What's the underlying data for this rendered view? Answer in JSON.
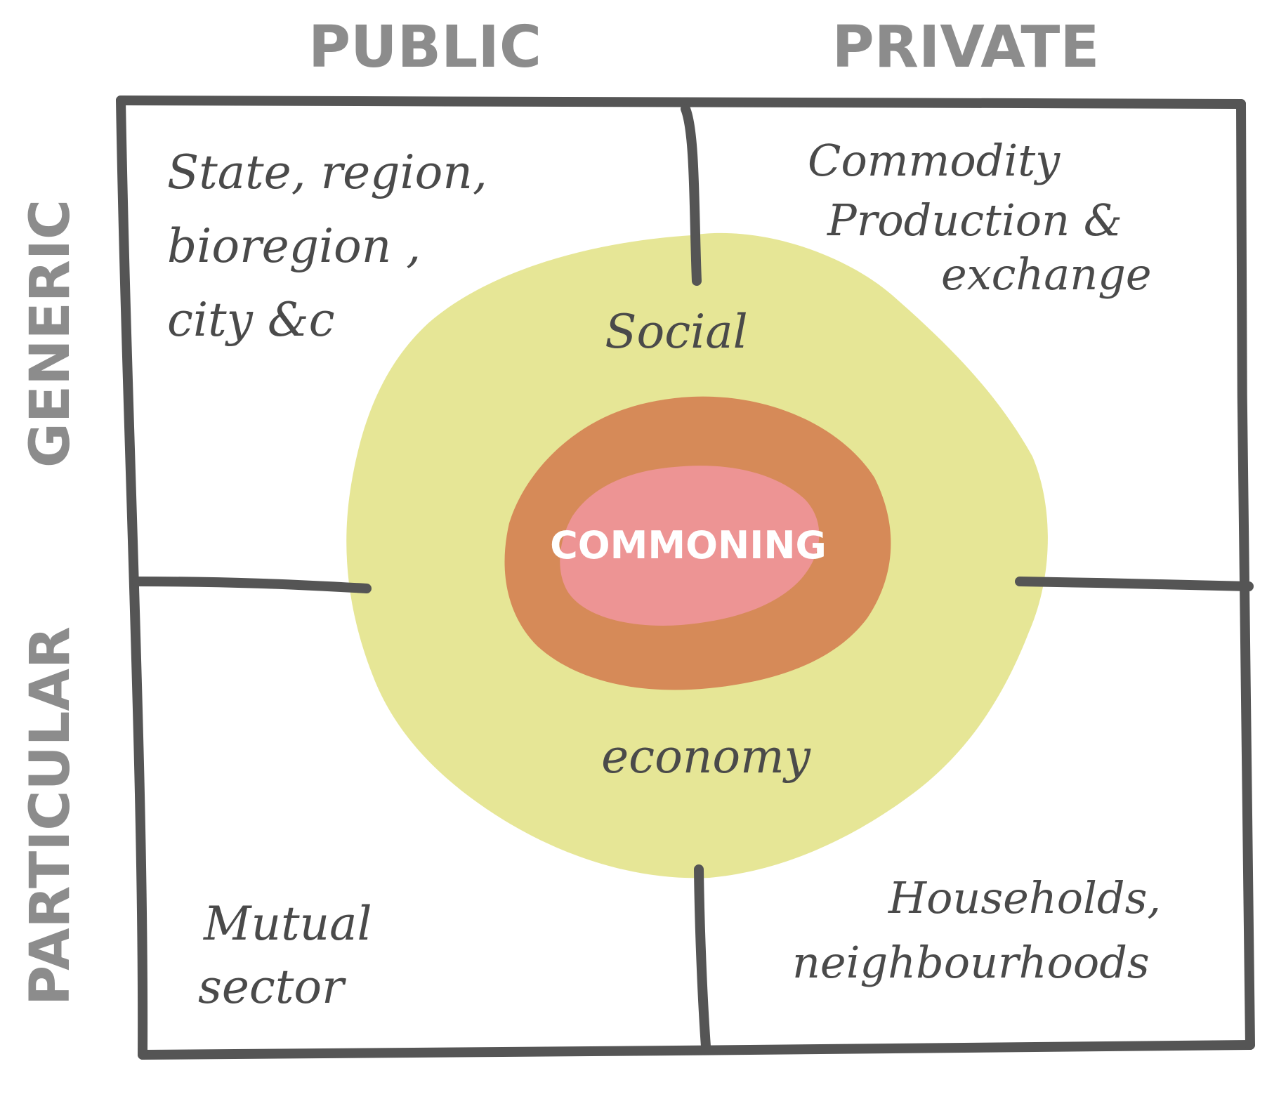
{
  "columns": {
    "left": "PUBLIC",
    "right": "PRIVATE"
  },
  "rows": {
    "top": "GENERIC",
    "bottom": "PARTICULAR"
  },
  "quadrants": {
    "top_left": [
      "State, region,",
      "bioregion ,",
      "city &c"
    ],
    "top_right": [
      "Commodity",
      "Production &",
      "exchange"
    ],
    "bottom_left": [
      "Mutual",
      "sector"
    ],
    "bottom_right": [
      "Households,",
      "neighbourhoods"
    ]
  },
  "rings": {
    "outer_top": "Social",
    "outer_bottom": "economy",
    "core": "COMMONING"
  },
  "colors": {
    "outer": "#e6e696",
    "middle": "#d68a58",
    "core": "#ed9494",
    "lines": "#555555",
    "headers": "#8c8c8c"
  }
}
